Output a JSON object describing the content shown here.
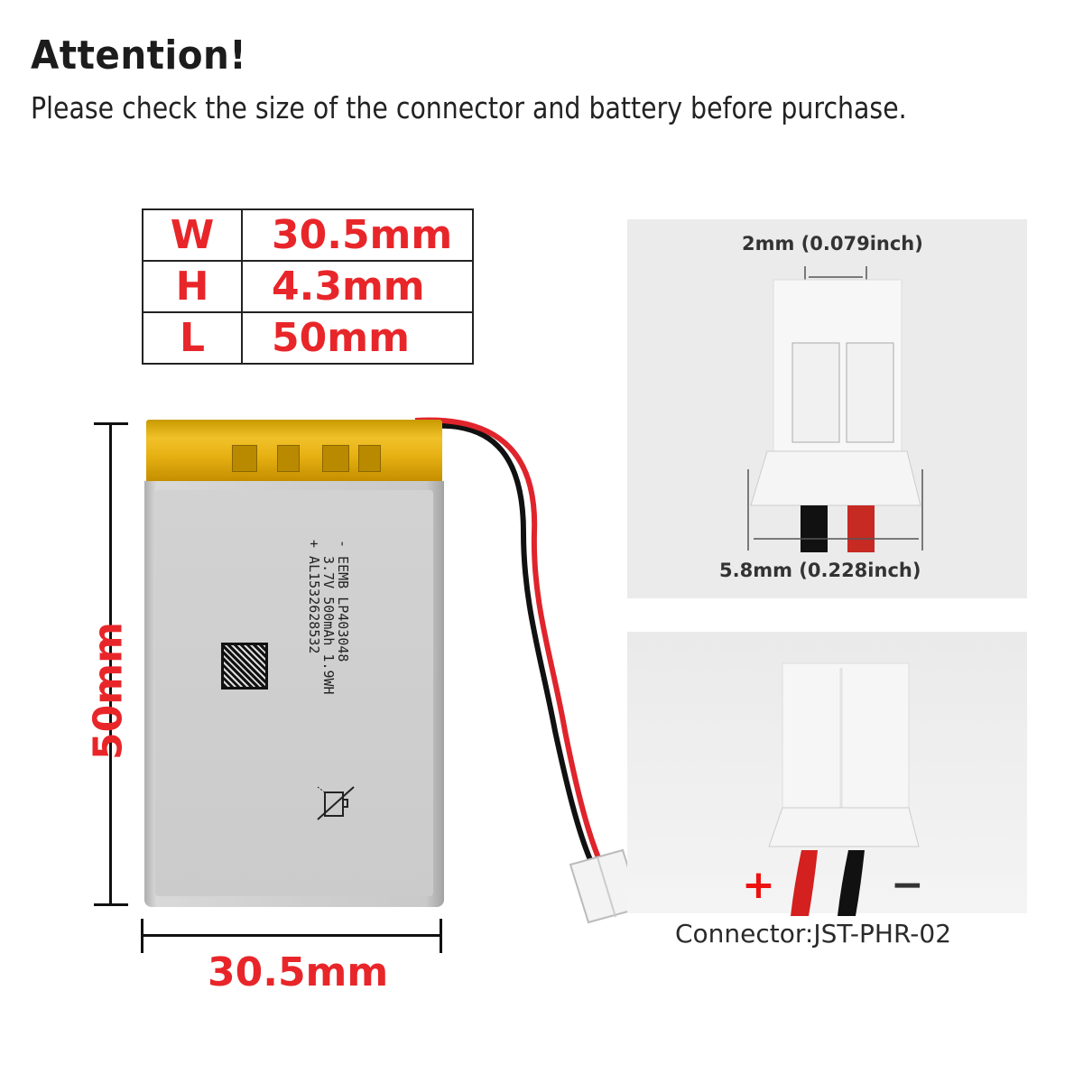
{
  "header": {
    "title": "Attention!",
    "subtitle": "Please check the size of the connector and battery before purchase."
  },
  "dimensions_table": {
    "rows": [
      {
        "key": "W",
        "value": "30.5mm"
      },
      {
        "key": "H",
        "value": "4.3mm"
      },
      {
        "key": "L",
        "value": "50mm"
      }
    ]
  },
  "battery": {
    "label_lines": [
      "- EEMB LP403048",
      "  3.7V 500mAh 1.9WH",
      "+ AL1532628532"
    ],
    "height_label": "50mm",
    "width_label": "30.5mm"
  },
  "connector_top": {
    "pitch_label": "2mm (0.079inch)",
    "width_label": "5.8mm (0.228inch)"
  },
  "connector_bottom": {
    "positive_symbol": "+",
    "negative_symbol": "−",
    "caption": "Connector:JST-PHR-02"
  },
  "colors": {
    "accent_red": "#e8262a",
    "text_dark": "#1c1c1c",
    "panel_bg": "#ebebeb",
    "tape_yellow": "#f1c12a",
    "wire_red": "#e0242c",
    "wire_black": "#111111"
  }
}
